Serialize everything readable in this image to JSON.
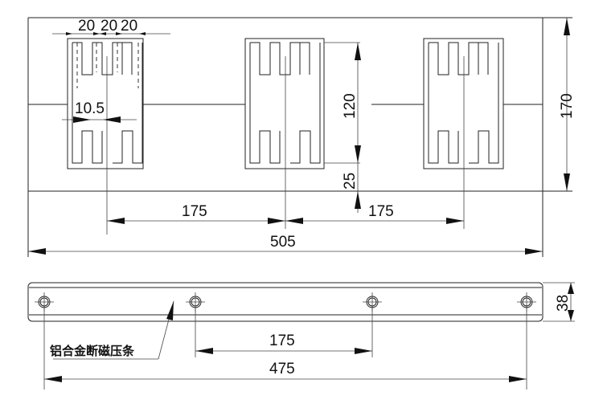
{
  "top_view": {
    "dim_pitch_1": "20",
    "dim_pitch_2": "20",
    "dim_pitch_3": "20",
    "dim_gap": "10.5",
    "dim_height_inner": "120",
    "dim_offset": "25",
    "dim_height_total": "170",
    "dim_spacing_1": "175",
    "dim_spacing_2": "175",
    "dim_width_total": "505"
  },
  "strip_view": {
    "dim_thickness": "38",
    "dim_hole_spacing": "175",
    "dim_hole_span": "475",
    "label": "铝合金断磁压条"
  }
}
